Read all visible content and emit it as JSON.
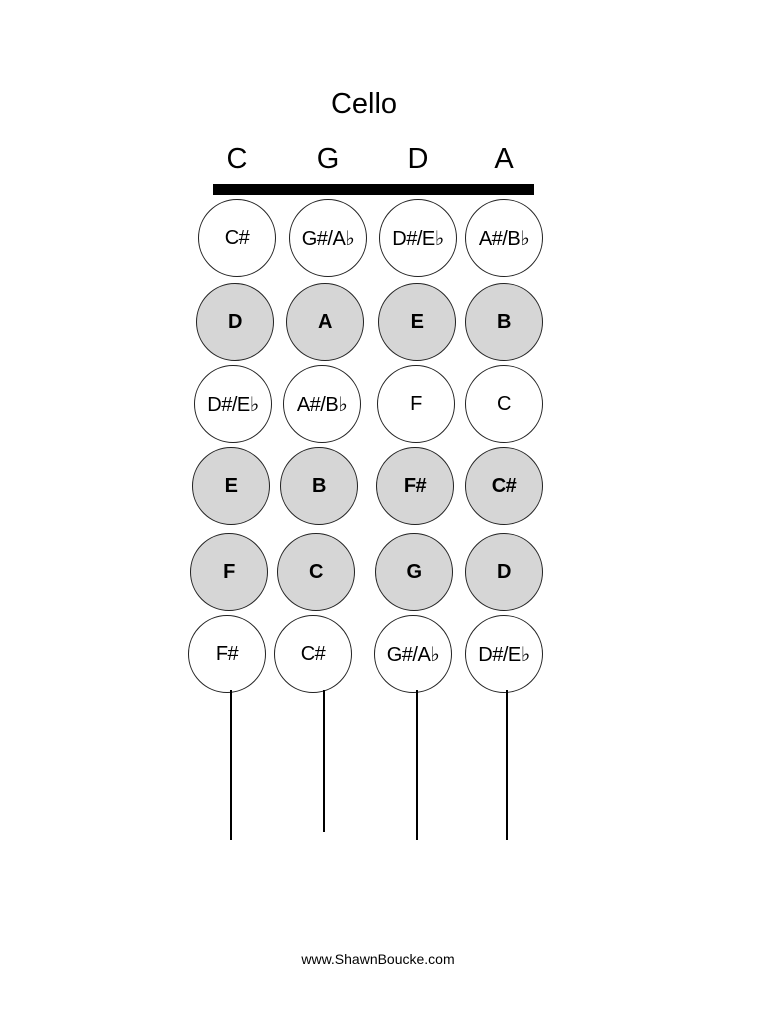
{
  "title": "Cello",
  "strings": [
    "C",
    "G",
    "D",
    "A"
  ],
  "fingerboard": [
    {
      "notes": [
        {
          "label": "C#",
          "natural": false
        },
        {
          "label": "G#/A♭",
          "natural": false
        },
        {
          "label": "D#/E♭",
          "natural": false
        },
        {
          "label": "A#/B♭",
          "natural": false
        }
      ]
    },
    {
      "notes": [
        {
          "label": "D",
          "natural": true
        },
        {
          "label": "A",
          "natural": true
        },
        {
          "label": "E",
          "natural": true
        },
        {
          "label": "B",
          "natural": true
        }
      ]
    },
    {
      "notes": [
        {
          "label": "D#/E♭",
          "natural": false
        },
        {
          "label": "A#/B♭",
          "natural": false
        },
        {
          "label": "F",
          "natural": false
        },
        {
          "label": "C",
          "natural": false
        }
      ]
    },
    {
      "notes": [
        {
          "label": "E",
          "natural": true
        },
        {
          "label": "B",
          "natural": true
        },
        {
          "label": "F#",
          "natural": true
        },
        {
          "label": "C#",
          "natural": true
        }
      ]
    },
    {
      "notes": [
        {
          "label": "F",
          "natural": true
        },
        {
          "label": "C",
          "natural": true
        },
        {
          "label": "G",
          "natural": true
        },
        {
          "label": "D",
          "natural": true
        }
      ]
    },
    {
      "notes": [
        {
          "label": "F#",
          "natural": false
        },
        {
          "label": "C#",
          "natural": false
        },
        {
          "label": "G#/A♭",
          "natural": false
        },
        {
          "label": "D#/E♭",
          "natural": false
        }
      ]
    }
  ],
  "colors": {
    "highlight_fill": "#d6d6d6",
    "plain_fill": "#ffffff",
    "ink": "#000000"
  },
  "footer": "www.ShawnBoucke.com"
}
